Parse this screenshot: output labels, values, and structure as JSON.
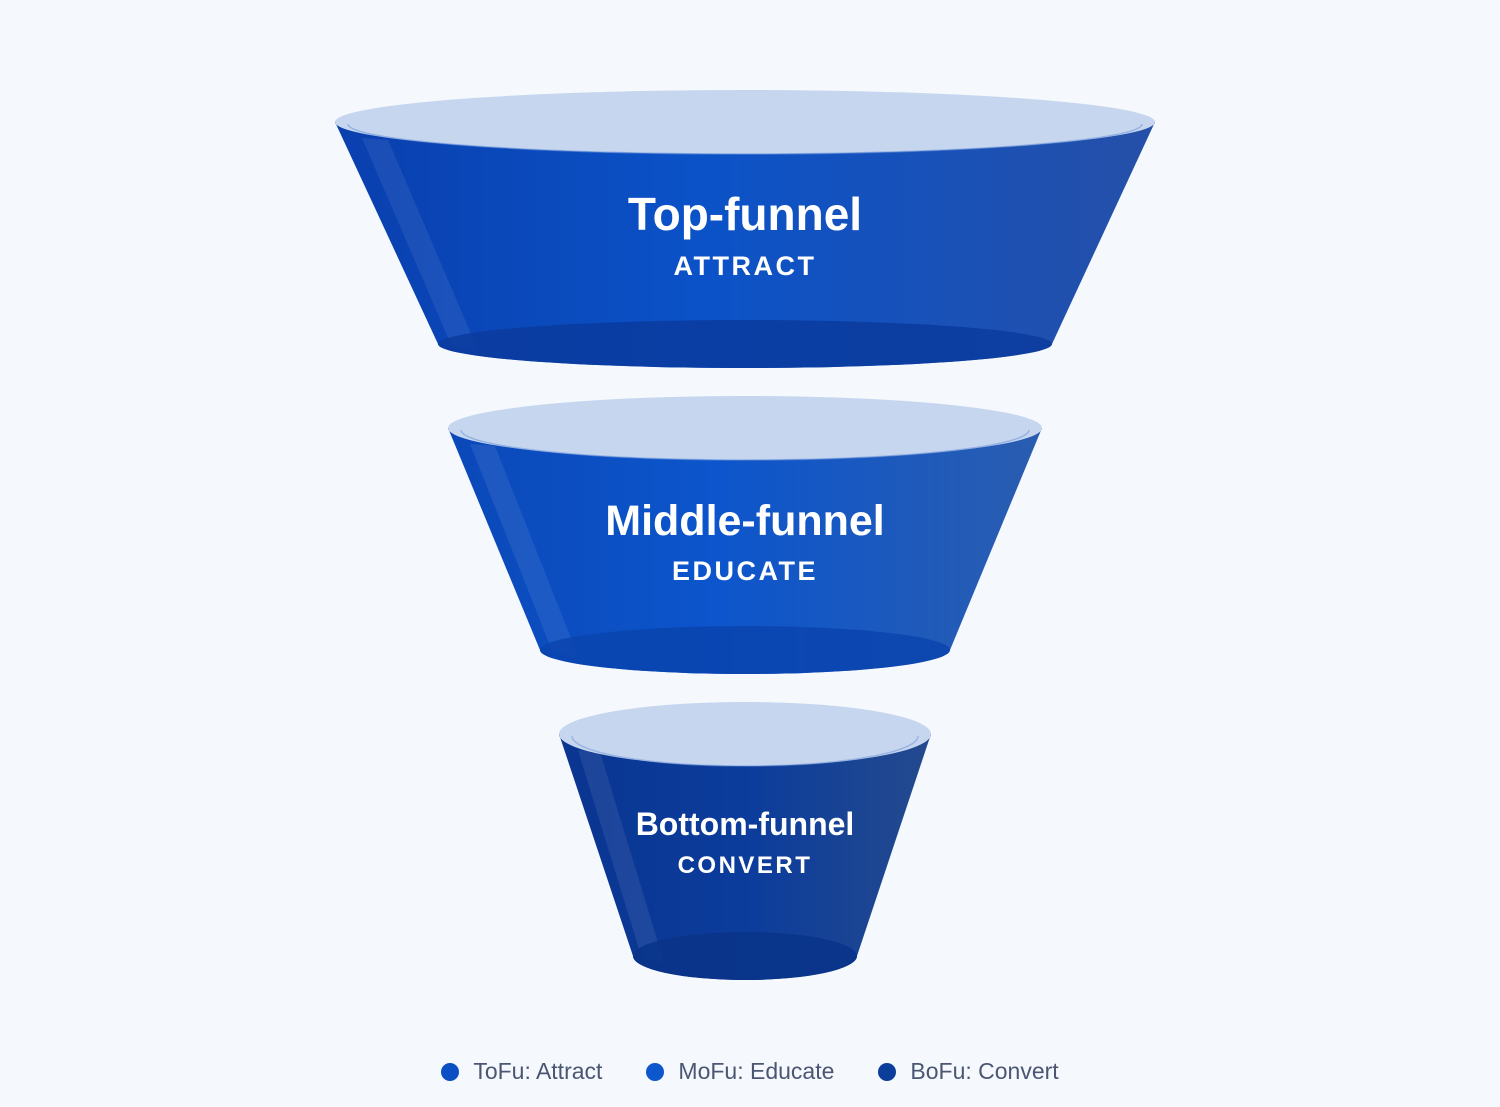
{
  "stages": [
    {
      "title": "Top-funnel",
      "subtitle": "ATTRACT",
      "color": "#0b4fc4"
    },
    {
      "title": "Middle-funnel",
      "subtitle": "EDUCATE",
      "color": "#0d57cc"
    },
    {
      "title": "Bottom-funnel",
      "subtitle": "CONVERT",
      "color": "#0c3d9a"
    }
  ],
  "legend": [
    {
      "label": "ToFu: Attract",
      "color": "#0b4fc4"
    },
    {
      "label": "MoFu: Educate",
      "color": "#0d57cc"
    },
    {
      "label": "BoFu: Convert",
      "color": "#0c3d9a"
    }
  ],
  "colors": {
    "rim": "#c6d6ef",
    "background": "#f5f8fc"
  }
}
